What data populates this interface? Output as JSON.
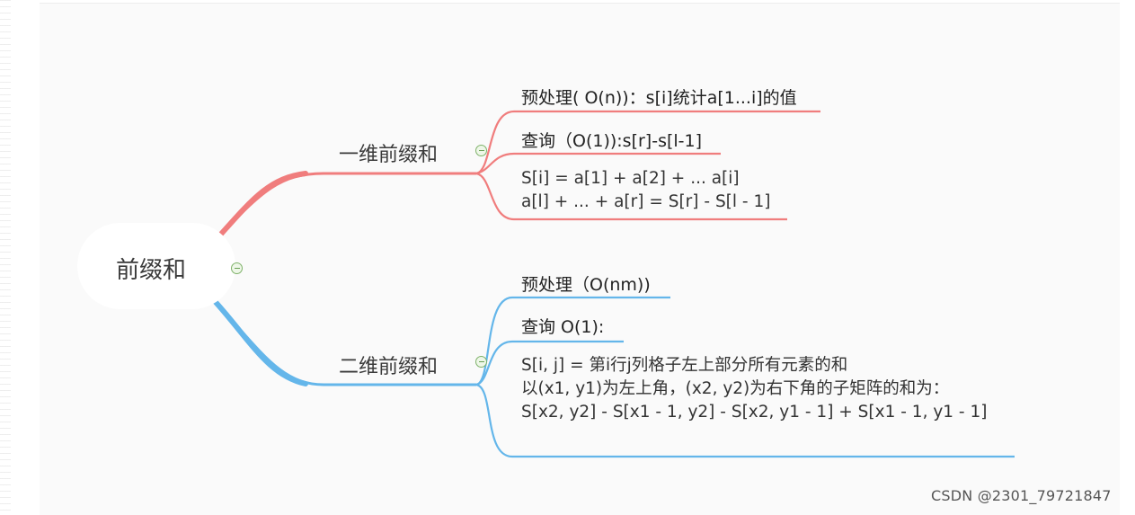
{
  "root": {
    "label": "前缀和"
  },
  "branches": [
    {
      "label": "一维前缀和",
      "color": "#f07d7d",
      "items": [
        "预处理( O(n))：s[i]统计a[1...i]的值",
        "查询（O(1)):s[r]-s[l-1]",
        [
          "S[i] = a[1] + a[2] + ... a[i]",
          "a[l] + ... + a[r] = S[r] - S[l - 1]"
        ]
      ]
    },
    {
      "label": "二维前缀和",
      "color": "#64b6ea",
      "items": [
        "预处理（O(nm))",
        "查询 O(1):",
        [
          "S[i, j] = 第i行j列格子左上部分所有元素的和",
          "以(x1, y1)为左上角，(x2, y2)为右下角的子矩阵的和为：",
          "S[x2, y2] - S[x1 - 1, y2] - S[x2, y1 - 1] + S[x1 - 1, y1 - 1]"
        ]
      ]
    }
  ],
  "watermark": "CSDN @2301_79721847"
}
